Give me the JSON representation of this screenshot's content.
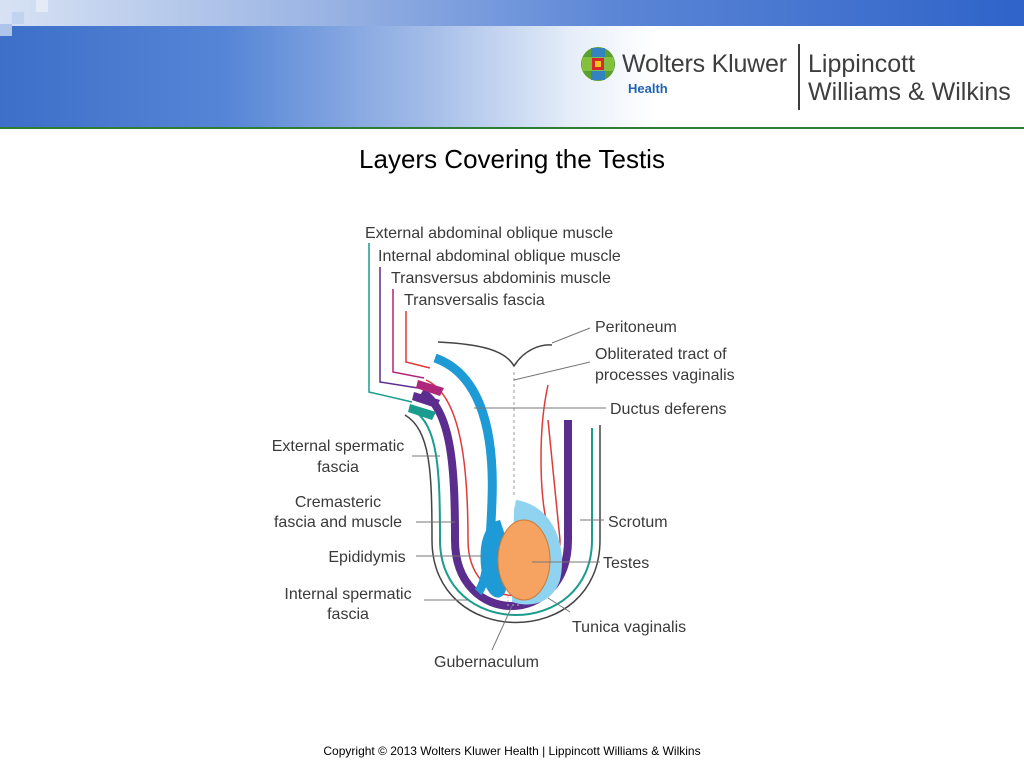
{
  "header": {
    "brand_name": "Wolters Kluwer",
    "brand_sub": "Health",
    "lww_line1": "Lippincott",
    "lww_line2": "Williams & Wilkins"
  },
  "slide": {
    "title": "Layers Covering the Testis"
  },
  "diagram": {
    "labels": {
      "external_oblique": "External abdominal oblique muscle",
      "internal_oblique": "Internal abdominal oblique muscle",
      "transversus": "Transversus abdominis muscle",
      "transversalis_fascia": "Transversalis fascia",
      "peritoneum": "Peritoneum",
      "obliterated_1": "Obliterated tract of",
      "obliterated_2": "processes vaginalis",
      "ductus": "Ductus deferens",
      "ext_spermatic_1": "External spermatic",
      "ext_spermatic_2": "fascia",
      "cremasteric_1": "Cremasteric",
      "cremasteric_2": "fascia and muscle",
      "epididymis": "Epididymis",
      "int_spermatic_1": "Internal spermatic",
      "int_spermatic_2": "fascia",
      "scrotum": "Scrotum",
      "testes": "Testes",
      "tunica": "Tunica vaginalis",
      "gubernaculum": "Gubernaculum"
    },
    "colors": {
      "external_oblique": "#1a9c8f",
      "internal_oblique": "#5b2d8e",
      "transversus": "#b0267a",
      "transversalis": "#e03a3a",
      "cremasteric_band": "#1e9ad6",
      "epididymis": "#1e9ad6",
      "tunica": "#8fd3f0",
      "testis": "#f6a260",
      "scrotum": "#444444"
    }
  },
  "footer": {
    "copyright": "Copyright © 2013 Wolters Kluwer Health | Lippincott Williams & Wilkins"
  }
}
